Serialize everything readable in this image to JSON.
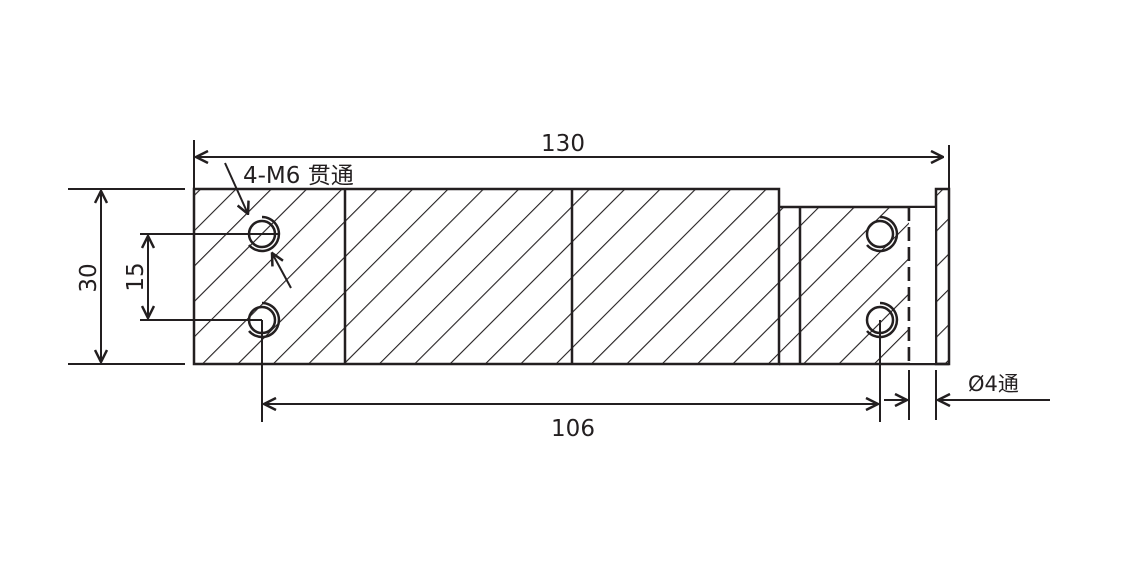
{
  "drawing": {
    "dimensions": {
      "overall_length": "130",
      "height": "30",
      "hole_spacing_vertical": "15",
      "hole_spacing_horizontal": "106"
    },
    "annotations": {
      "thread_note": "4-M6 贯通",
      "through_hole_note": "Ø4通"
    },
    "colors": {
      "line": "#231f20",
      "background": "#ffffff"
    }
  }
}
